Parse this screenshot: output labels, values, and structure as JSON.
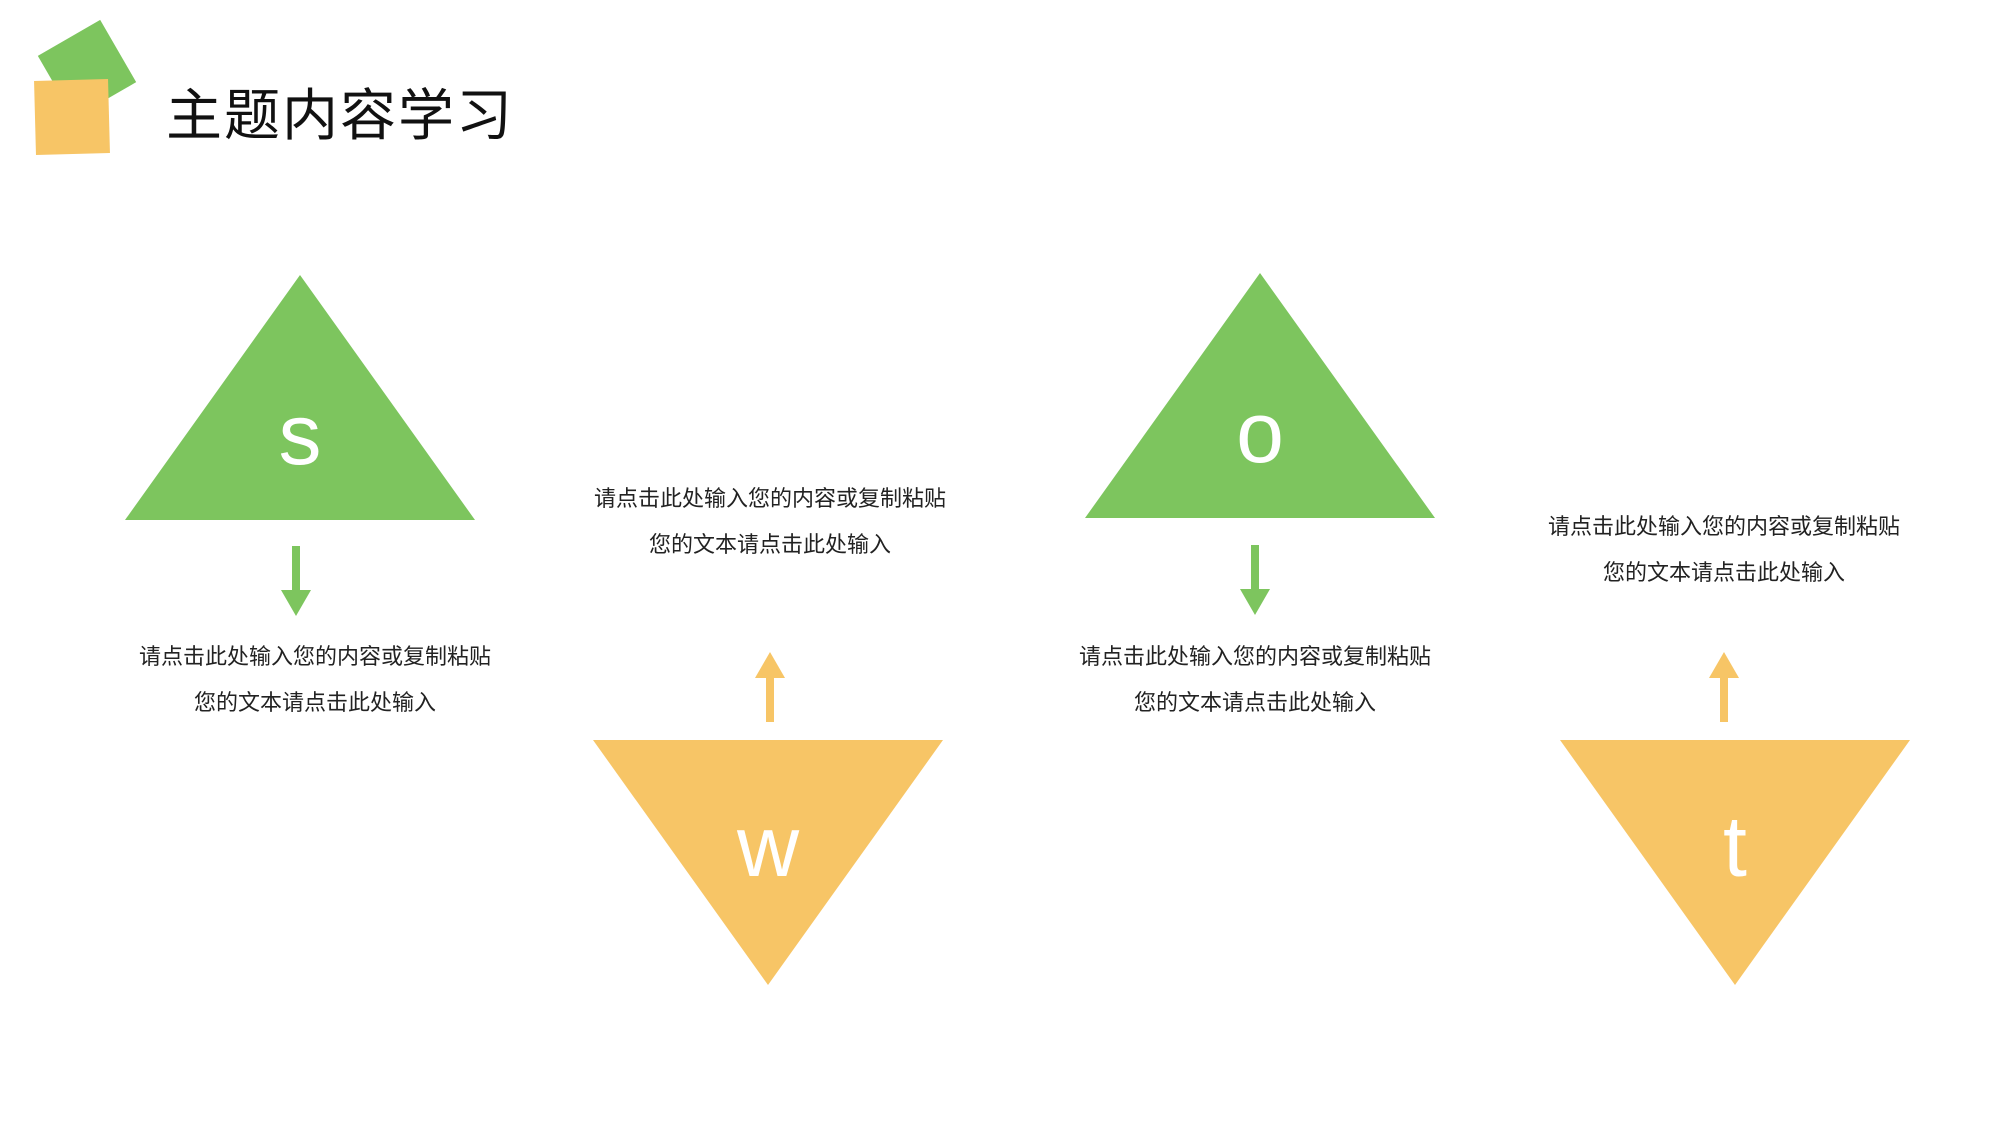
{
  "title": "主题内容学习",
  "colors": {
    "green": "#7dc55e",
    "yellow": "#f7c566"
  },
  "items": [
    {
      "letter": "s",
      "color": "green",
      "direction": "up",
      "text_line1": "请点击此处输入您的内容或复制粘贴",
      "text_line2": "您的文本请点击此处输入"
    },
    {
      "letter": "w",
      "color": "yellow",
      "direction": "down",
      "text_line1": "请点击此处输入您的内容或复制粘贴",
      "text_line2": "您的文本请点击此处输入"
    },
    {
      "letter": "o",
      "color": "green",
      "direction": "up",
      "text_line1": "请点击此处输入您的内容或复制粘贴",
      "text_line2": "您的文本请点击此处输入"
    },
    {
      "letter": "t",
      "color": "yellow",
      "direction": "down",
      "text_line1": "请点击此处输入您的内容或复制粘贴",
      "text_line2": "您的文本请点击此处输入"
    }
  ]
}
